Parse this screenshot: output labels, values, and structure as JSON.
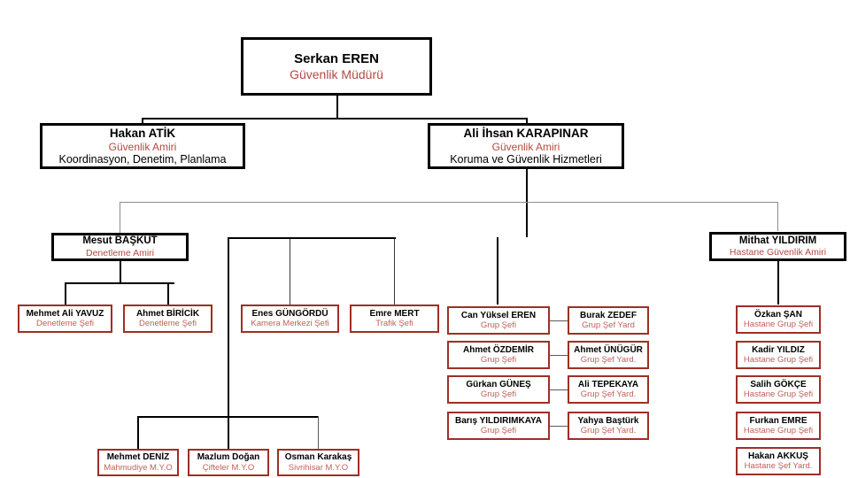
{
  "chart_data": {
    "type": "diagram",
    "title": "Güvenlik Müdürlüğü Organizasyon Şeması",
    "colors": {
      "management_border": "#000000",
      "leaf_border": "#9e2f26",
      "title_text": "#b34a42",
      "leaf_title_text": "#c0605a",
      "name_text": "#000000",
      "background": "#ffffff"
    }
  },
  "nodes": {
    "root": {
      "name": "Serkan EREN",
      "title": "Güvenlik Müdürü"
    },
    "branch_left": {
      "name": "Hakan ATİK",
      "title": "Güvenlik  Amiri",
      "scope": "Koordinasyon,  Denetim, Planlama"
    },
    "branch_right": {
      "name": "Ali İhsan KARAPINAR",
      "title": "Güvenlik  Amiri",
      "scope": "Koruma  ve Güvenlik  Hizmetleri"
    },
    "denetleme_amiri": {
      "name": "Mesut BAŞKUT",
      "title": "Denetleme Amiri"
    },
    "hastane_amiri": {
      "name": "Mithat YILDIRIM",
      "title": "Hastane Güvenlik Amiri"
    }
  },
  "denetleme_sefleri": [
    {
      "name": "Mehmet Ali YAVUZ",
      "title": "Denetleme Şefi"
    },
    {
      "name": "Ahmet BİRİCİK",
      "title": "Denetleme Şefi"
    }
  ],
  "ozel_sefler": [
    {
      "name": "Enes GÜNGÖRDÜ",
      "title": "Kamera Merkezi Şefi"
    },
    {
      "name": "Emre MERT",
      "title": "Trafik Şefi"
    }
  ],
  "myo_birimleri": [
    {
      "name": "Mehmet DENİZ",
      "title": "Mahmudiye M.Y.O"
    },
    {
      "name": "Mazlum Doğan",
      "title": "Çifteler M.Y.O"
    },
    {
      "name": "Osman Karakaş",
      "title": "Sivrihisar  M.Y.O"
    }
  ],
  "grup_sefleri": [
    {
      "name": "Can Yüksel EREN",
      "title": "Grup Şefi"
    },
    {
      "name": "Ahmet ÖZDEMİR",
      "title": "Grup Şefi"
    },
    {
      "name": "Gürkan GÜNEŞ",
      "title": "Grup Şefi"
    },
    {
      "name": "Barış YILDIRIMKAYA",
      "title": "Grup Şefi"
    }
  ],
  "grup_sef_yardimcilari": [
    {
      "name": "Burak ZEDEF",
      "title": "Grup Şef Yard"
    },
    {
      "name": "Ahmet ÜNÜGÜR",
      "title": "Grup Şef Yard."
    },
    {
      "name": "Ali TEPEKAYA",
      "title": "Grup Şef Yard."
    },
    {
      "name": "Yahya Baştürk",
      "title": "Grup Şef Yard."
    }
  ],
  "hastane_grup_sefleri": [
    {
      "name": "Özkan ŞAN",
      "title": "Hastane Grup Şefi"
    },
    {
      "name": "Kadir YILDIZ",
      "title": "Hastane Grup Şefi"
    },
    {
      "name": "Salih GÖKÇE",
      "title": "Hastane Grup Şefi"
    },
    {
      "name": "Furkan EMRE",
      "title": "Hastane Grup Şefi"
    },
    {
      "name": "Hakan AKKUŞ",
      "title": "Hastane Şef Yard."
    }
  ]
}
